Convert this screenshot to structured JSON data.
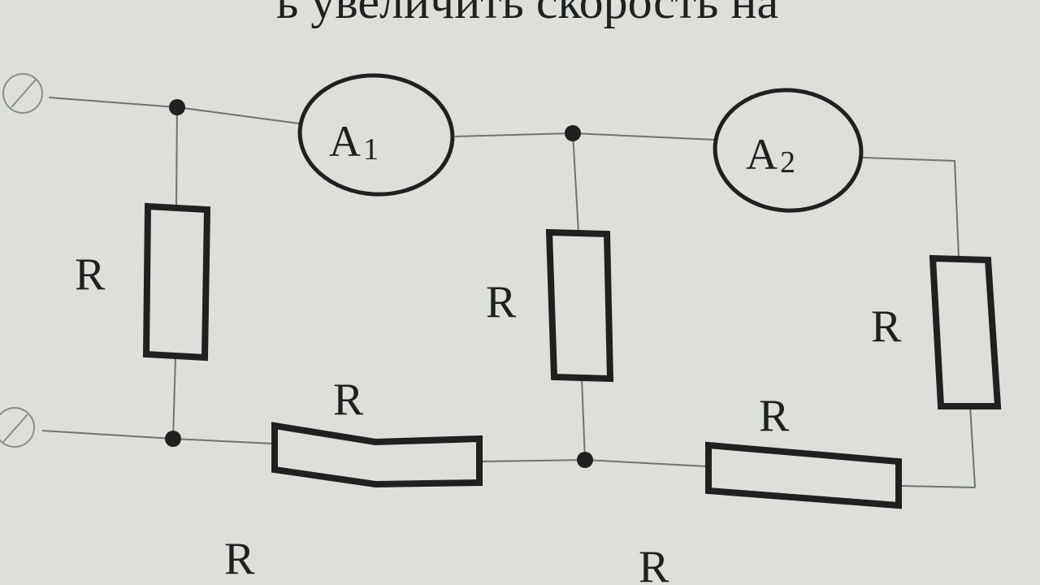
{
  "header_text": "ь увеличить скорость на",
  "ammeters": [
    {
      "letter": "A",
      "index": "1"
    },
    {
      "letter": "A",
      "index": "2"
    }
  ],
  "resistor_labels": [
    "R",
    "R",
    "R",
    "R",
    "R",
    "R",
    "R"
  ]
}
